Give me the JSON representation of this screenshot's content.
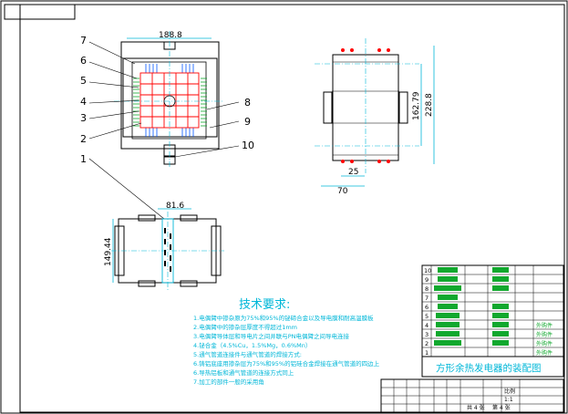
{
  "drawing": {
    "dim_top_width": "188.8",
    "dim_side_h1": "162.79",
    "dim_side_h2": "228.8",
    "dim_side_w1": "25",
    "dim_side_w2": "70",
    "dim_front_w": "81.6",
    "dim_front_h": "149.44",
    "part_labels": [
      "7",
      "6",
      "5",
      "4",
      "3",
      "2",
      "1",
      "8",
      "9",
      "10"
    ]
  },
  "notes": {
    "title": "技术要求:",
    "lines": [
      "1.电偶臂中掺杂原为75%和95%的铋碲合金以及导电膜和耐高温膜板",
      "2.电偶臂中的掺杂层厚度不得超过1mm",
      "3.电偶臂导体层和导电片之间并联与PN电偶臂之间导电连接",
      "4.铋合金（4.5%Cu，1.5%Mg，0.6%Mn）",
      "5.通气管道连接件与通气管道的焊接方式:",
      "6.铸铝底座用掺杂层为75%和95%的铝硅合金焊接在通气管道的四边上",
      "6.导热铝板和通气管道的连接方式同上",
      "7.加工的部件一般的采用角"
    ]
  },
  "title_block": {
    "main_title": "方形余热发电器的装配图",
    "cells": [
      "比例",
      "共 4 张",
      "第 4 张",
      "1:1"
    ]
  },
  "bom": {
    "rows": [
      {
        "no": "10",
        "note": ""
      },
      {
        "no": "9",
        "note": ""
      },
      {
        "no": "8",
        "note": ""
      },
      {
        "no": "7",
        "note": ""
      },
      {
        "no": "6",
        "note": ""
      },
      {
        "no": "5",
        "note": ""
      },
      {
        "no": "4",
        "note": "外购件"
      },
      {
        "no": "3",
        "note": "外购件"
      },
      {
        "no": "2",
        "note": "外购件"
      },
      {
        "no": "1",
        "note": "外购件"
      }
    ]
  },
  "colors": {
    "line": "#000000",
    "red": "#ff0000",
    "cyan": "#00b7d8",
    "green": "#11a82e",
    "blue": "#0055ff"
  }
}
